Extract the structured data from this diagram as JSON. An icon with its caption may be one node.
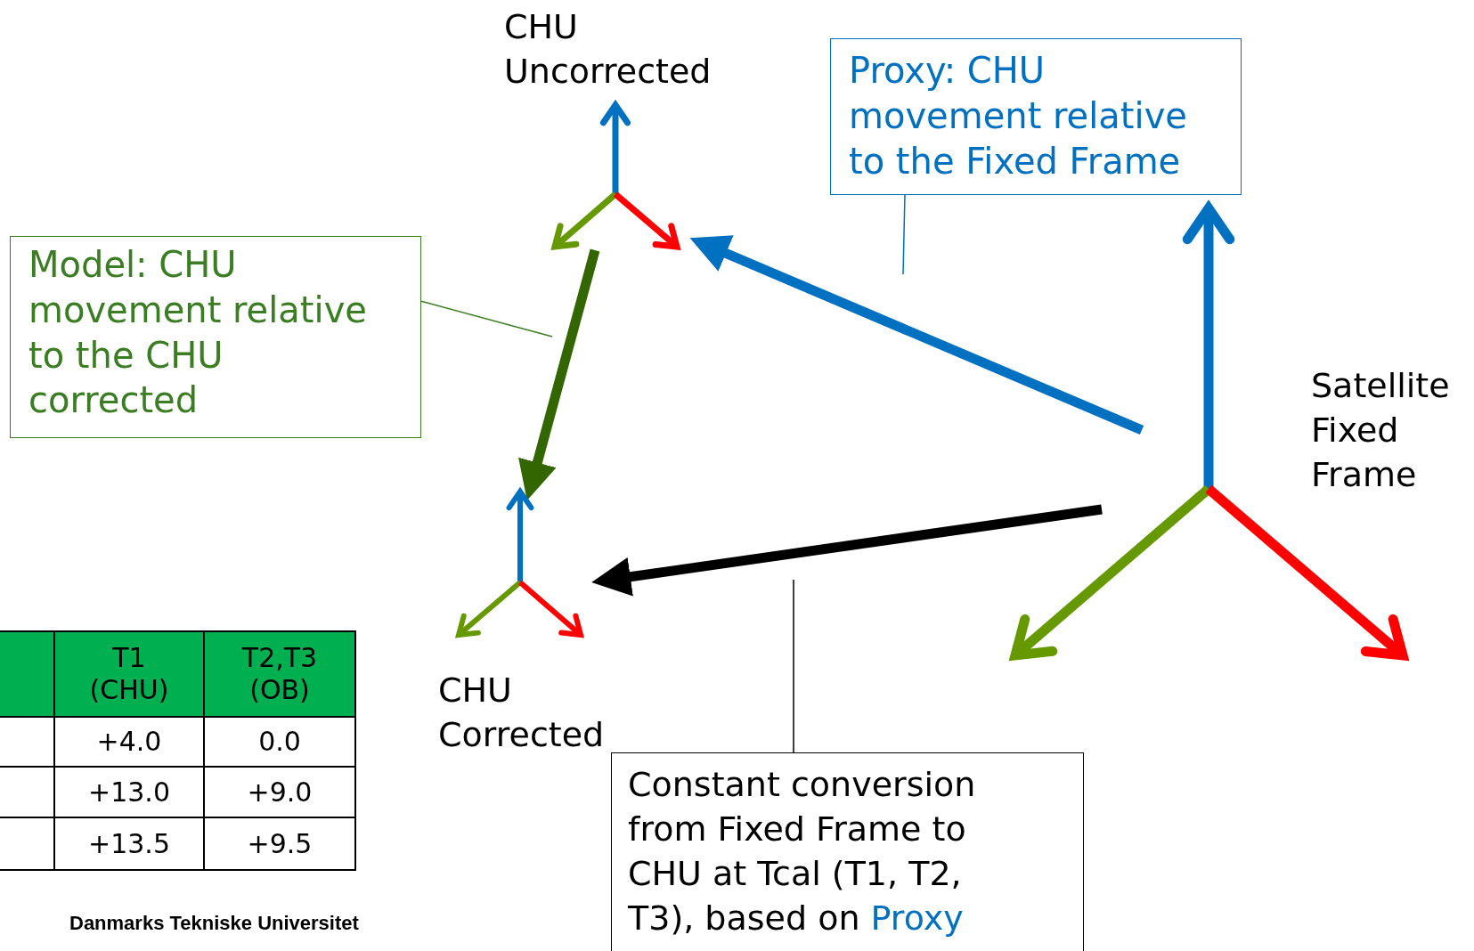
{
  "diagram": {
    "nodes": [
      {
        "text": [
          "CHU Uncorrected"
        ]
      },
      {
        "text": [
          "Proxy: CHU movement relative to the Fixed Frame"
        ]
      },
      {
        "text": [
          "Model: CHU movement relative to the CHU corrected"
        ]
      },
      {
        "text": [
          "Satellite Fixed Frame"
        ]
      },
      {
        "text": [
          "CHU Corrected"
        ]
      },
      {
        "text": [
          "Constant conversion from Fixed Frame to CHU at Tcal (T1, T2, T3), based on",
          "Proxy"
        ]
      }
    ],
    "edges": [
      {
        "from": 3,
        "to": 0,
        "arrow": "to",
        "style": "thick",
        "color": "#0070c0"
      },
      {
        "from": 0,
        "to": 4,
        "arrow": "to",
        "style": "thick",
        "color": "#336600"
      },
      {
        "from": 3,
        "to": 4,
        "arrow": "to",
        "style": "thick",
        "color": "#000000"
      },
      {
        "from": 1,
        "to": null,
        "arrow": "none",
        "color": "#0070c0"
      },
      {
        "from": 2,
        "to": null,
        "arrow": "none",
        "color": "#3a7d22"
      },
      {
        "from": 5,
        "to": null,
        "arrow": "none",
        "color": "#000000"
      }
    ],
    "labels": [
      "T1 (CHU)",
      "T2,T3 (OB)",
      "+4.0",
      "0.0",
      "+13.0",
      "+9.0",
      "+13.5",
      "+9.5",
      "Danmarks Tekniske Universitet"
    ]
  }
}
